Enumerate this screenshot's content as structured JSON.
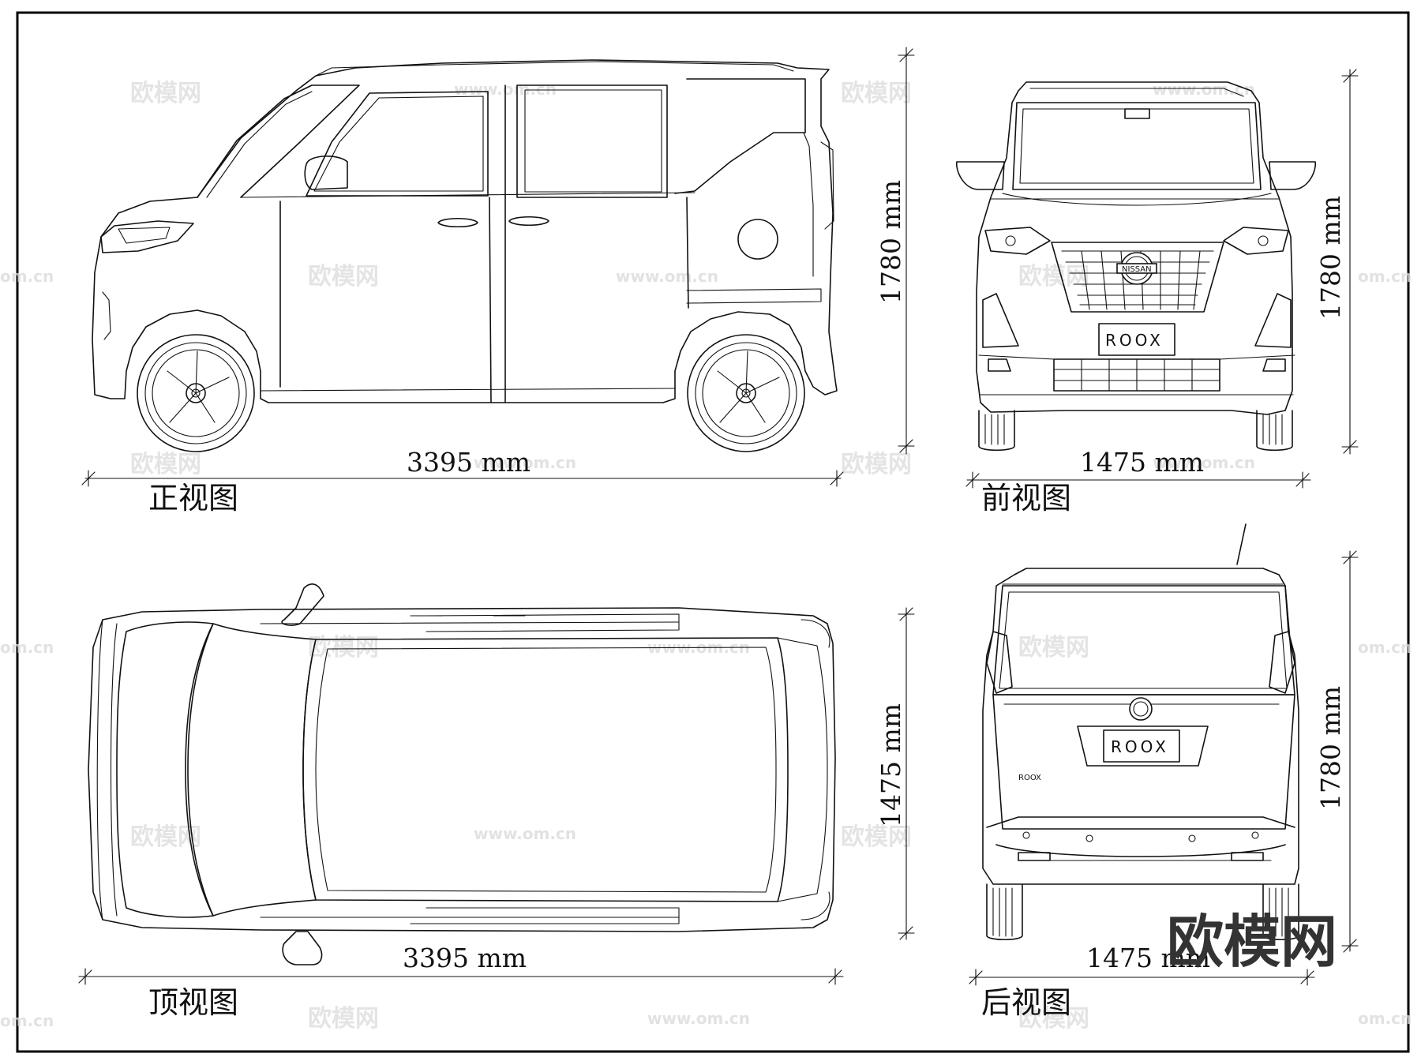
{
  "views": {
    "side": {
      "title": "正视图",
      "length_label": "3395 mm",
      "height_label": "1780 mm"
    },
    "front": {
      "title": "前视图",
      "width_label": "1475 mm",
      "height_label": "1780 mm",
      "plate": "ROOX",
      "badge": "NISSAN"
    },
    "top": {
      "title": "顶视图",
      "length_label": "3395 mm",
      "width_label": "1475 mm"
    },
    "rear": {
      "title": "后视图",
      "width_label": "1475 mm",
      "height_label": "1780 mm",
      "plate": "ROOX",
      "small_badge": "ROOX"
    }
  },
  "watermark": {
    "brand": "欧模网",
    "url": "www.om.cn",
    "url_short": "om.cn"
  }
}
